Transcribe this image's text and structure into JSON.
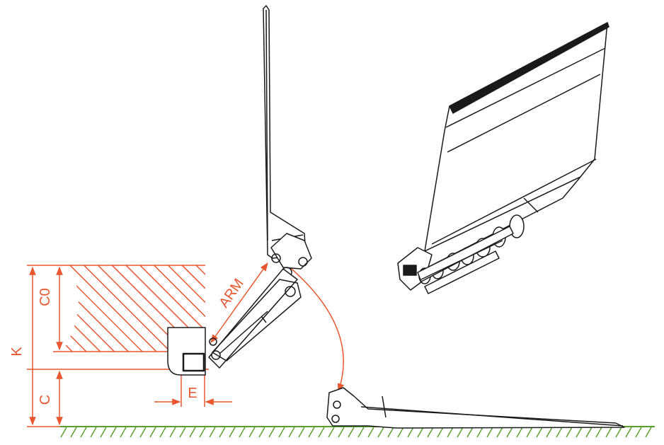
{
  "colors": {
    "dimension": "#e8572f",
    "hatch": "#e8572f",
    "ground": "#5aa02c",
    "outline": "#1a1a1a"
  },
  "labels": {
    "k": "K",
    "c0": "C0",
    "c": "C",
    "e": "E",
    "arm": "ARM"
  },
  "views": [
    "side-view-raised",
    "side-view-lowered",
    "isometric-view"
  ]
}
